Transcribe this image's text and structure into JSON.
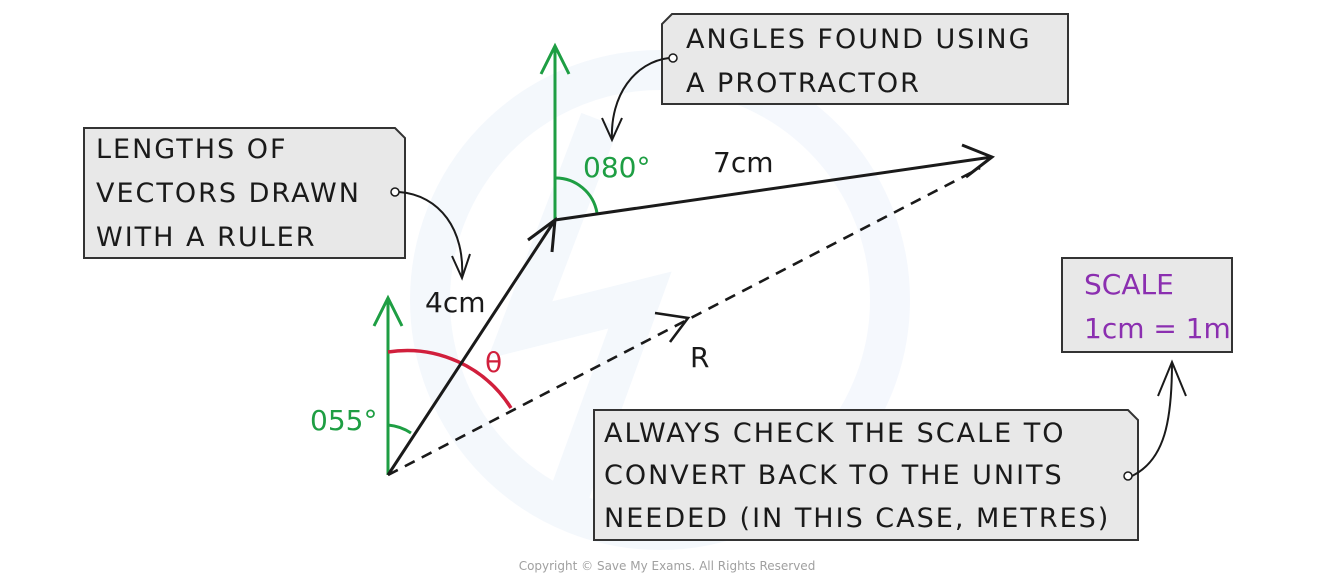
{
  "colors": {
    "ink": "#1a1a1a",
    "green": "#1e9e43",
    "red": "#d11f3c",
    "purple": "#8b2fb0",
    "box_fill": "#e8e8e8",
    "box_stroke": "#333333"
  },
  "notes": {
    "lengths": {
      "lines": [
        "LENGTHS OF",
        "VECTORS DRAWN",
        "WITH A RULER"
      ]
    },
    "angles": {
      "lines": [
        "ANGLES FOUND USING",
        "A PROTRACTOR"
      ]
    },
    "check": {
      "lines": [
        "ALWAYS CHECK THE SCALE TO",
        "CONVERT BACK TO THE UNITS",
        "NEEDED (IN THIS CASE, METRES)"
      ]
    },
    "scale": {
      "lines": [
        "SCALE",
        "1cm = 1m"
      ]
    }
  },
  "vectors": {
    "first": {
      "length": "4cm",
      "bearing": "055°"
    },
    "second": {
      "length": "7cm",
      "bearing": "080°"
    },
    "resultant": {
      "label": "R",
      "angle": "θ"
    }
  },
  "copyright": "Copyright © Save My Exams. All Rights Reserved"
}
